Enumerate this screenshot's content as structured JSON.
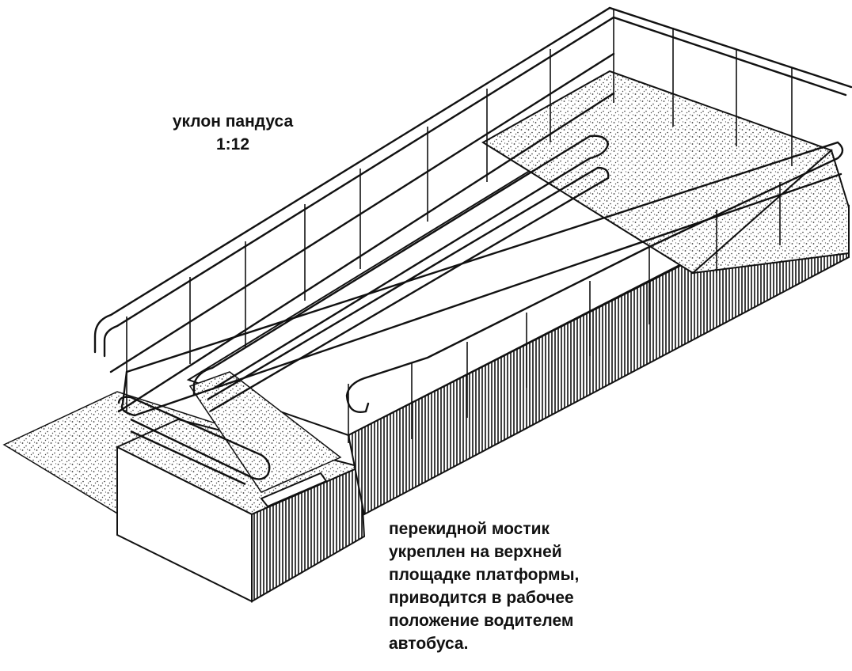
{
  "labels": {
    "slope_title": "уклон пандуса",
    "slope_ratio": "1:12",
    "bridge_note": [
      "перекидной мостик",
      "укреплен на верхней",
      "площадке платформы,",
      "приводится в рабочее",
      "положение водителем",
      "автобуса."
    ]
  },
  "colors": {
    "ink": "#111111",
    "paper": "#ffffff",
    "speckle": "#b9b9b9"
  }
}
